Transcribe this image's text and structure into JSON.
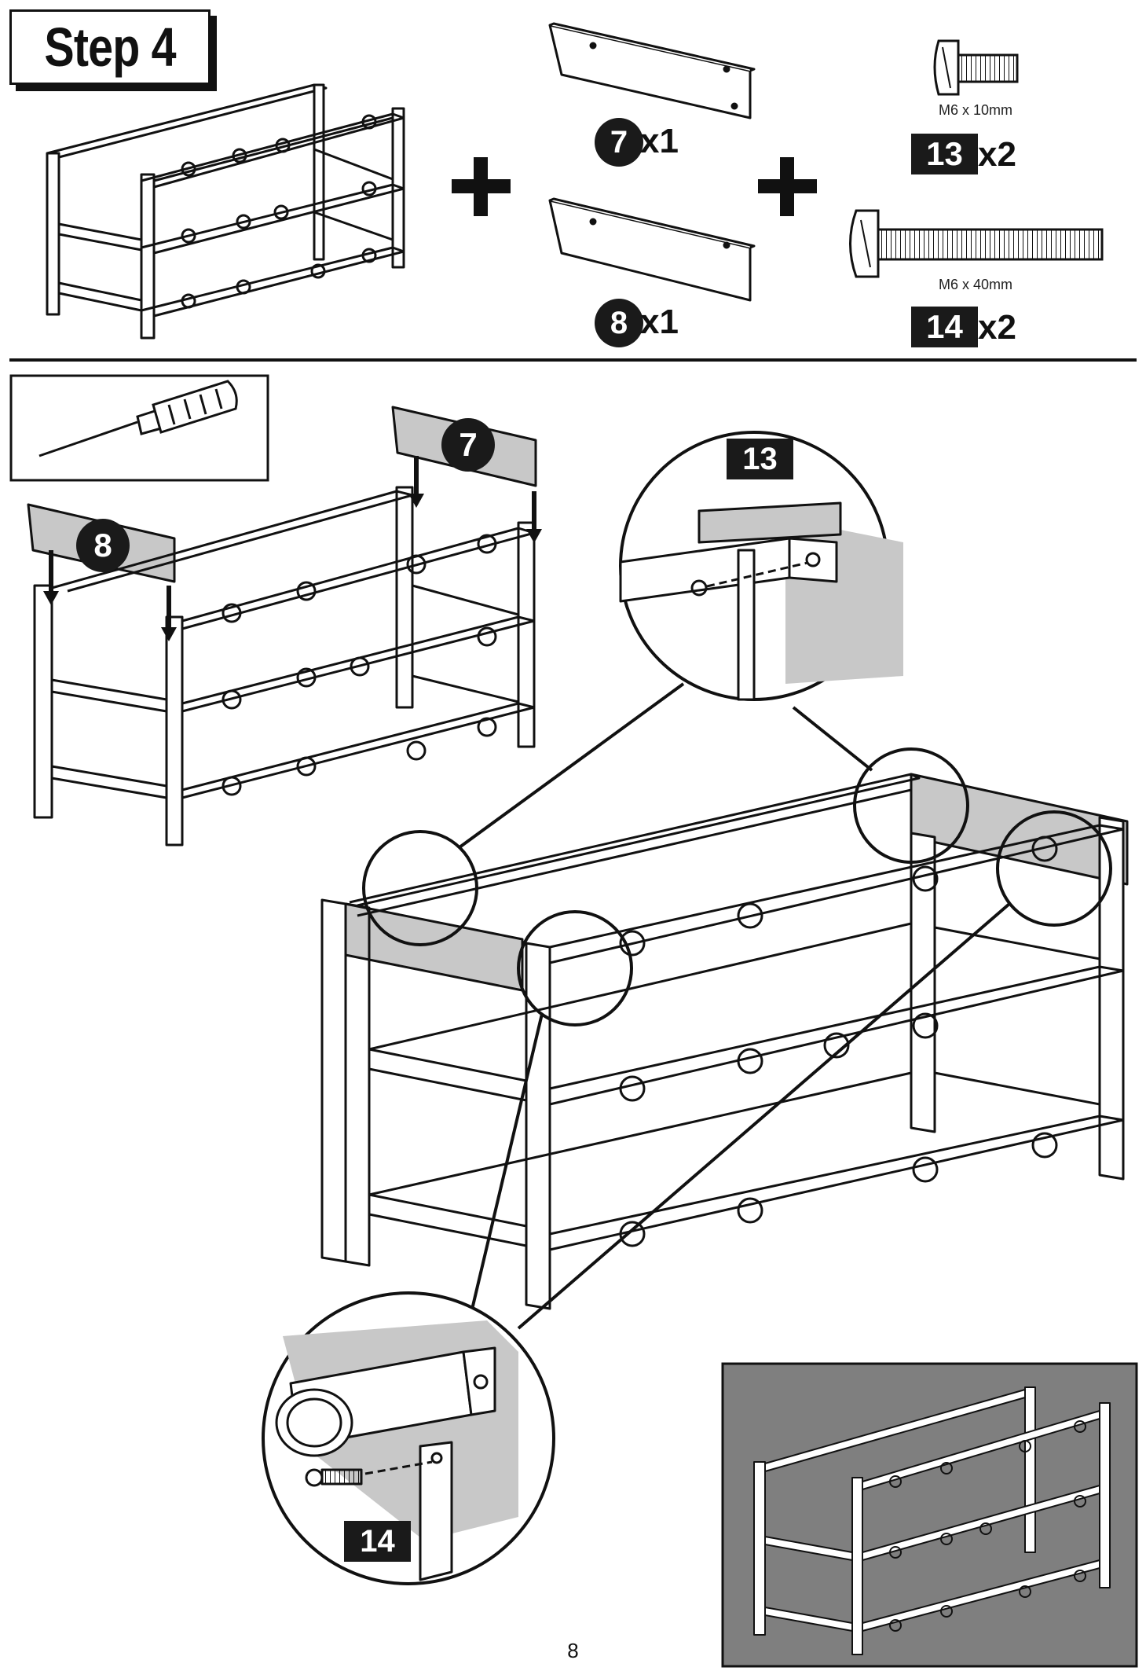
{
  "header": {
    "step_title": "Step 4"
  },
  "parts": [
    {
      "callout": "7",
      "qty": "x1"
    },
    {
      "callout": "8",
      "qty": "x1"
    }
  ],
  "hardware": [
    {
      "callout": "13",
      "qty": "x2",
      "spec": "M6 x 10mm"
    },
    {
      "callout": "14",
      "qty": "x2",
      "spec": "M6 x 40mm"
    }
  ],
  "diagram_callouts": {
    "board_7": "7",
    "board_8": "8",
    "detail_13": "13",
    "detail_14": "14"
  },
  "tool": "screwdriver-icon",
  "colors": {
    "ink": "#111111",
    "panel_gray": "#c8c8c8",
    "inset_bg": "#7f7f7f"
  },
  "footer": {
    "page_number": "8"
  }
}
